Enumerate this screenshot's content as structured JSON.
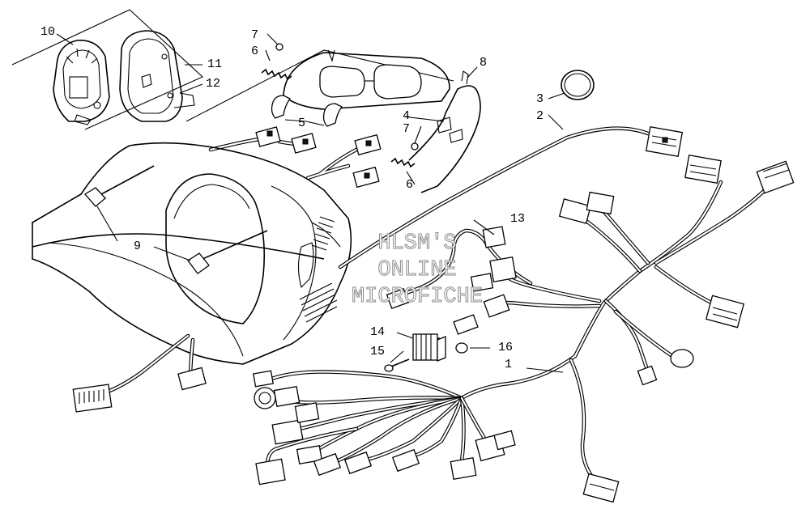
{
  "callouts": [
    {
      "id": "c10",
      "text": "10"
    },
    {
      "id": "c11",
      "text": "11"
    },
    {
      "id": "c12",
      "text": "12"
    },
    {
      "id": "c7a",
      "text": "7"
    },
    {
      "id": "c6a",
      "text": "6"
    },
    {
      "id": "c8",
      "text": "8"
    },
    {
      "id": "c3",
      "text": "3"
    },
    {
      "id": "c2",
      "text": "2"
    },
    {
      "id": "c4",
      "text": "4"
    },
    {
      "id": "c5",
      "text": "5"
    },
    {
      "id": "c7b",
      "text": "7"
    },
    {
      "id": "c6b",
      "text": "6"
    },
    {
      "id": "c13",
      "text": "13"
    },
    {
      "id": "c9",
      "text": "9"
    },
    {
      "id": "c14",
      "text": "14"
    },
    {
      "id": "c15",
      "text": "15"
    },
    {
      "id": "c16",
      "text": "16"
    },
    {
      "id": "c1",
      "text": "1"
    }
  ],
  "watermark": {
    "line1": "HLSM'S",
    "line2": "ONLINE",
    "line3": "MICROFICHE"
  }
}
